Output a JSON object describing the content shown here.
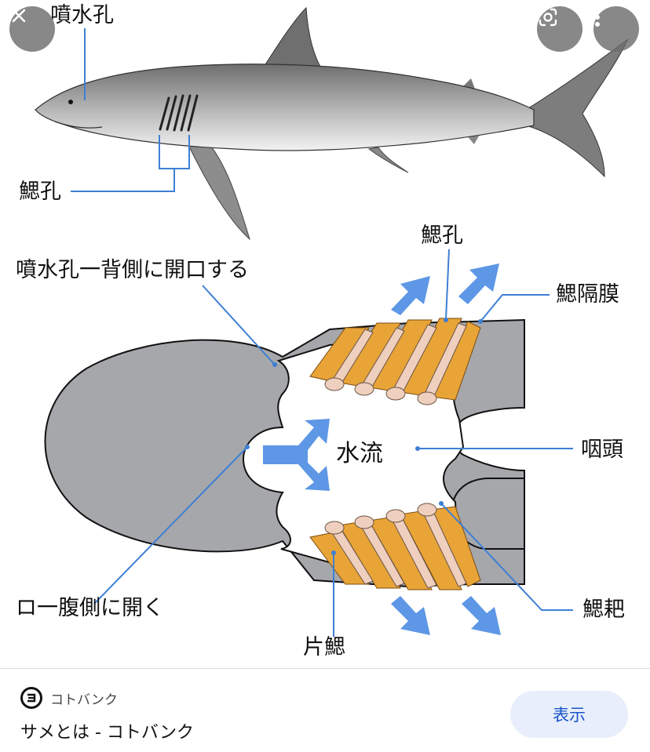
{
  "figure": {
    "labels": {
      "spiracle_top": "噴水孔",
      "gill_slits_side": "鰓孔",
      "spiracle_dorsal": "噴水孔一背側に開口する",
      "gill_slits_top": "鰓孔",
      "gill_septum": "鰓隔膜",
      "water_flow": "水流",
      "pharynx": "咽頭",
      "mouth_ventral": "ロ一腹側に開く",
      "gill_raker": "鰓耙",
      "hemibranch": "片鰓"
    },
    "colors": {
      "head_gray": "#a6a7ab",
      "gill_orange": "#e8a437",
      "gill_bone": "#efcfbd",
      "arrow_blue": "#5d97e6",
      "line_blue": "#3e7fd4"
    }
  },
  "overlay": {
    "close_icon": "close-icon",
    "lens_icon": "lens-icon",
    "more_icon": "more-vert-icon"
  },
  "source": {
    "logo_icon": "kotobank-logo-icon",
    "name": "コトバンク",
    "title": "サメとは - コトバンク"
  },
  "actions": {
    "visit_label": "表示"
  }
}
